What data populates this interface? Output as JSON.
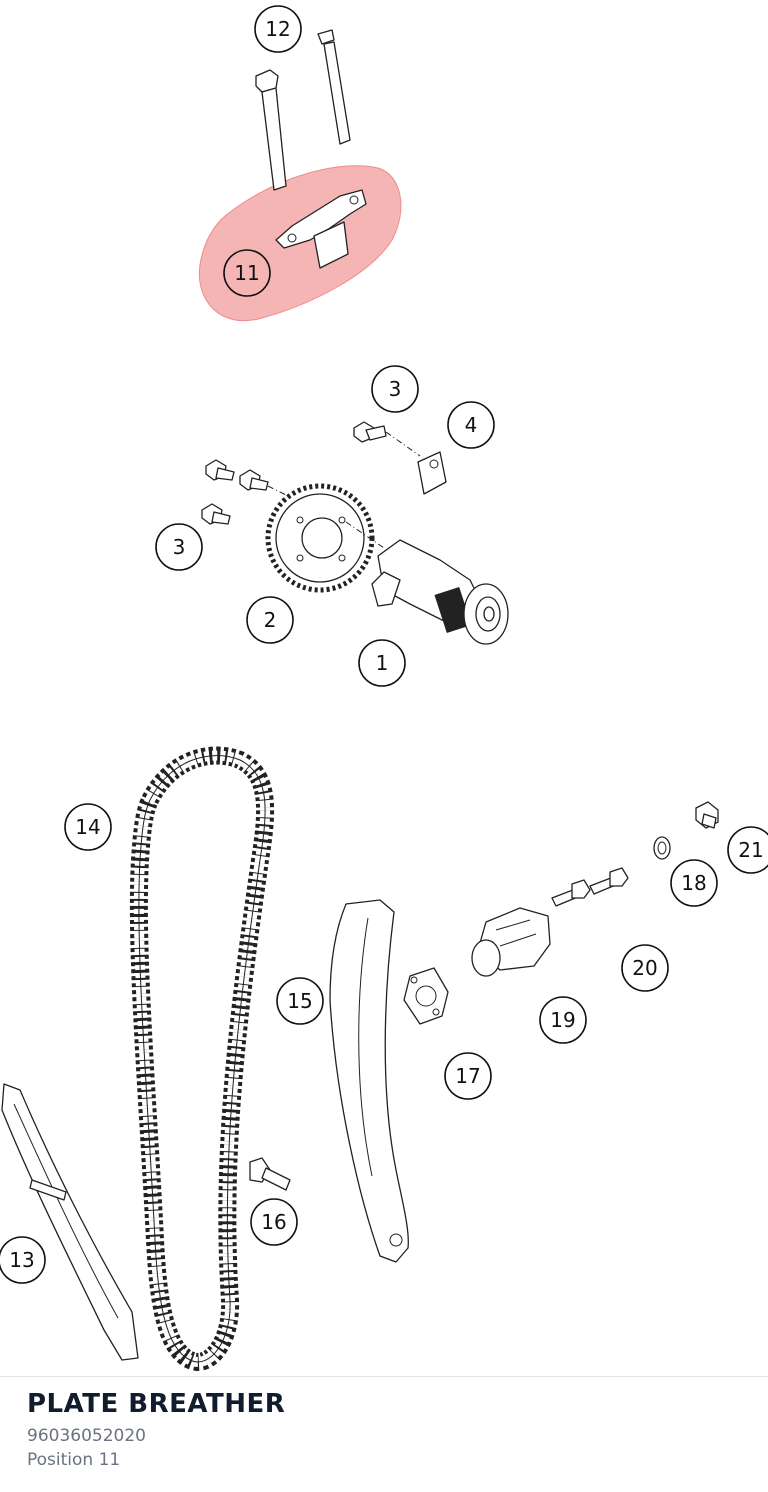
{
  "diagram": {
    "highlight_color": "#f4a3a3",
    "callouts": [
      {
        "label": "12"
      },
      {
        "label": "11"
      },
      {
        "label": "3"
      },
      {
        "label": "4"
      },
      {
        "label": "3"
      },
      {
        "label": "2"
      },
      {
        "label": "1"
      },
      {
        "label": "14"
      },
      {
        "label": "21"
      },
      {
        "label": "18"
      },
      {
        "label": "20"
      },
      {
        "label": "15"
      },
      {
        "label": "19"
      },
      {
        "label": "17"
      },
      {
        "label": "16"
      },
      {
        "label": "13"
      }
    ]
  },
  "part": {
    "name": "PLATE BREATHER",
    "number": "96036052020",
    "position": "Position 11"
  }
}
